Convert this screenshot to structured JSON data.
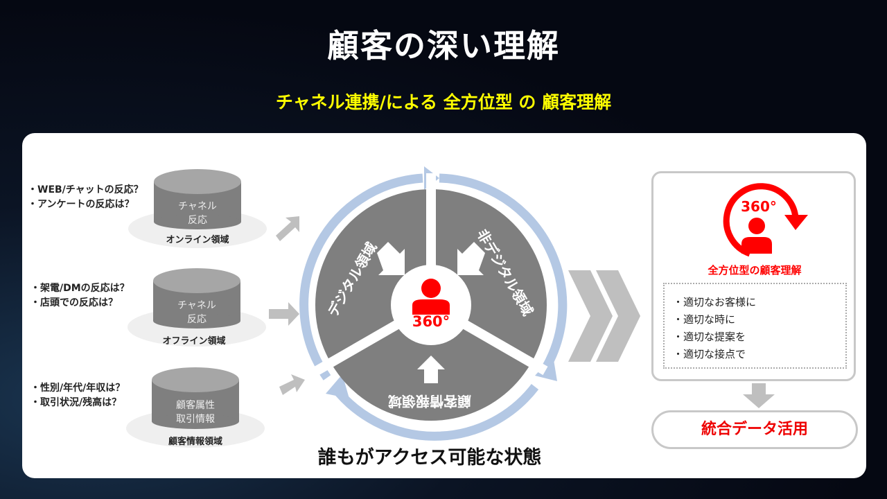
{
  "title": "顧客の深い理解",
  "subtitle": "チャネル連携/による 全方位型 の 顧客理解",
  "sources": [
    {
      "questions": [
        "・WEB/チャットの反応？",
        "・アンケートの反応は？"
      ],
      "db_label": [
        "チャネル",
        "反応"
      ],
      "area": "オンライン領域"
    },
    {
      "questions": [
        "・架電/DMの反応は？",
        "・店頭での反応は？"
      ],
      "db_label": [
        "チャネル",
        "反応"
      ],
      "area": "オフライン領域"
    },
    {
      "questions": [
        "・性別/年代/年収は？",
        "・取引状況/残高は？"
      ],
      "db_label": [
        "顧客属性",
        "取引情報"
      ],
      "area": "顧客情報領域"
    }
  ],
  "cycle": {
    "segments": [
      "デジタル領域",
      "非デジタル領域",
      "顧客情報領域"
    ],
    "center": "360°",
    "caption": "誰もがアクセス可能な状態"
  },
  "result": {
    "icon_text": "360°",
    "heading": "全方位型の顧客理解",
    "items": [
      "・適切なお客様に",
      "・適切な時に",
      "・適切な提案を",
      "・適切な接点で"
    ],
    "button": "統合データ活用"
  },
  "colors": {
    "accent": "#ff0000",
    "ring": "#b4c8e4",
    "segment": "#7f7f7f",
    "subtitle": "#ffff00"
  }
}
